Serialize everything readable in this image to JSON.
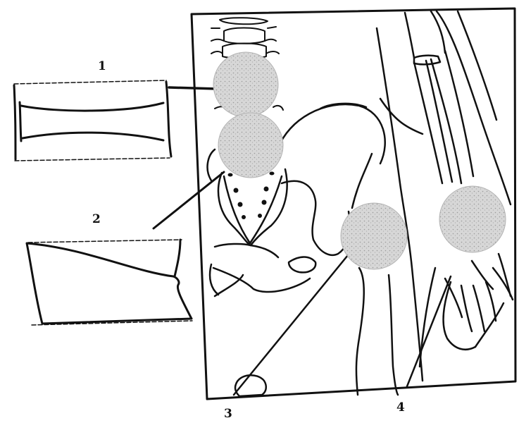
{
  "labels": {
    "disc_segment": "1",
    "wedge_segment": "2",
    "hip_joint": "3",
    "wrist_joint": "4"
  },
  "colors": {
    "ink": "#111111",
    "highlight_circle": "#cfcfcf",
    "background": "#ffffff"
  }
}
